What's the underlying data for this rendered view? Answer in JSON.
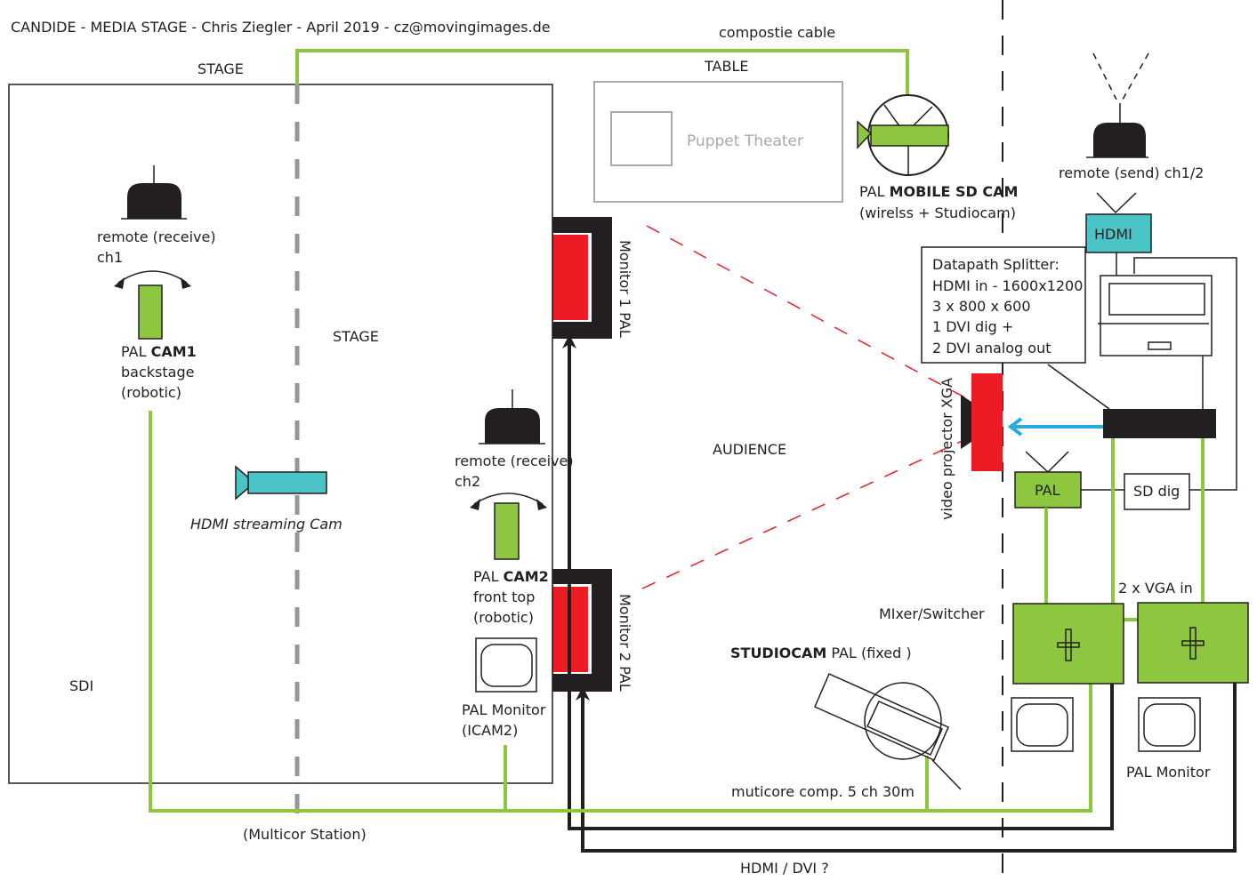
{
  "title": "CANDIDE -  MEDIA STAGE - Chris Ziegler - April 2019 - cz@movingimages.de",
  "colors": {
    "cable_green": "#8dc63f",
    "cam_green": "#8dc63f",
    "streaming_cyan": "#4ac4c7",
    "monitor_red": "#ed1c24",
    "arrow_blue": "#27aae1",
    "stage_grey": "#939598",
    "table_grey": "#a7a9ac",
    "black": "#231f20"
  },
  "labels": {
    "composite_cable": "compostie cable",
    "stage_top": "STAGE",
    "stage_inner": "STAGE",
    "table": "TABLE",
    "puppet_theater": "Puppet Theater",
    "audience": "AUDIENCE",
    "sdi": "SDI",
    "multicor_station": "(Multicor Station)",
    "multicore": "muticore  comp. 5 ch 30m",
    "hdmi_dvi": "HDMI / DVI ?",
    "mixer_switcher": "MIxer/Switcher",
    "vga_in": "2 x VGA in"
  },
  "devices": {
    "remote_ch1": {
      "line1": "remote (receive)",
      "line2": "ch1"
    },
    "cam1": {
      "prefix": "PAL ",
      "name": "CAM1",
      "line2": "backstage",
      "line3": "(robotic)"
    },
    "streaming_cam": {
      "label": "HDMI streaming Cam"
    },
    "remote_ch2": {
      "line1": "remote (receive)",
      "line2": "ch2"
    },
    "cam2": {
      "prefix": "PAL ",
      "name": "CAM2",
      "line2": "front top",
      "line3": "(robotic)"
    },
    "pal_monitor_cam2": {
      "line1": "PAL Monitor",
      "line2": "(ICAM2)"
    },
    "monitor1": {
      "label": "Monitor 1 PAL"
    },
    "monitor2": {
      "label": "Monitor 2 PAL"
    },
    "mobile_cam": {
      "prefix": "PAL ",
      "name": "MOBILE SD CAM",
      "line2": "(wirelss + Studiocam)"
    },
    "remote_send": {
      "label": "remote (send) ch1/2"
    },
    "hdmi_box": {
      "label": "HDMI"
    },
    "splitter": {
      "lines": [
        "Datapath Splitter:",
        "HDMI in - 1600x1200",
        "3 x 800 x 600",
        "1 DVI dig +",
        "2 DVI analog out"
      ]
    },
    "projector": {
      "label": "video projector  XGA"
    },
    "pal_box": {
      "label": "PAL"
    },
    "sd_dig": {
      "label": "SD dig"
    },
    "studiocam": {
      "name": "STUDIOCAM",
      "suffix": " PAL (fixed )"
    },
    "pal_monitor_right": {
      "label": "PAL Monitor"
    }
  }
}
